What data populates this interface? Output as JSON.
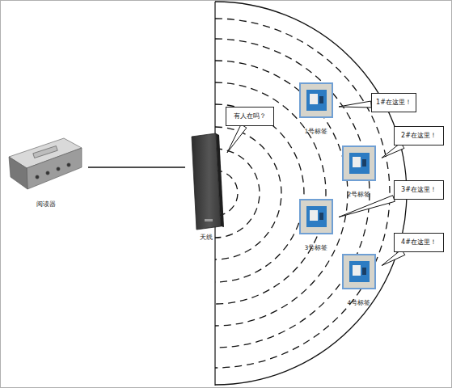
{
  "diagram": {
    "nodes": [
      {
        "text": [
          "阅读器"
        ]
      },
      {
        "text": [
          "天线"
        ]
      },
      {
        "text": [
          "有人在吗？"
        ]
      },
      {
        "text": [
          "1号标签"
        ]
      },
      {
        "text": [
          "1#在这里！"
        ]
      },
      {
        "text": [
          "2号标签"
        ]
      },
      {
        "text": [
          "2#在这里！"
        ]
      },
      {
        "text": [
          "3号标签"
        ]
      },
      {
        "text": [
          "3#在这里！"
        ]
      },
      {
        "text": [
          "4号标签"
        ]
      },
      {
        "text": [
          "4#在这里！"
        ]
      }
    ],
    "edges": [
      {
        "from": 0,
        "to": 1,
        "arrow": "none"
      },
      {
        "from": 2,
        "to": 1,
        "arrow": "none"
      },
      {
        "from": 4,
        "to": 3,
        "arrow": "none"
      },
      {
        "from": 6,
        "to": 5,
        "arrow": "none"
      },
      {
        "from": 8,
        "to": 7,
        "arrow": "none"
      },
      {
        "from": 10,
        "to": 9,
        "arrow": "none"
      }
    ]
  }
}
